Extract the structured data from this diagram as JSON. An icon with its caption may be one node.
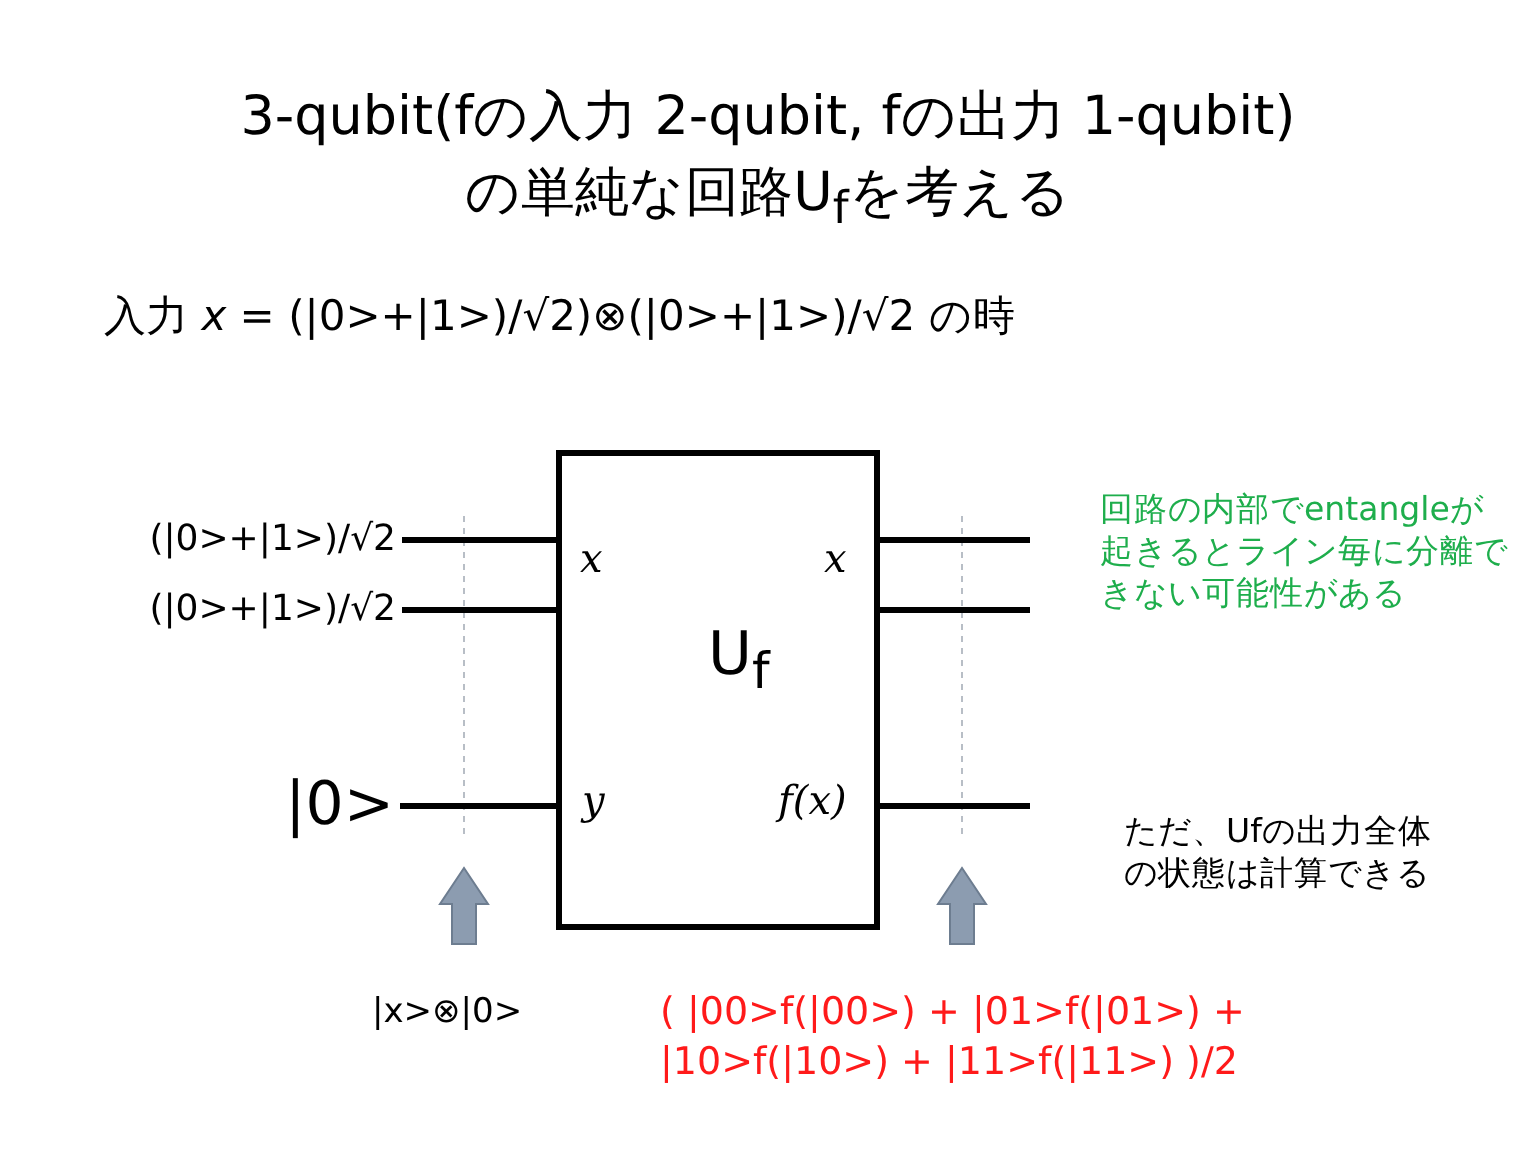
{
  "diagram": {
    "title": "3-qubit(fの入力 2-qubit, fの出力 1-qubit)の単純な回路U$_{f}$を考える",
    "nodes": [
      {
        "text": [
          "U$_{f}$"
        ]
      },
      {
        "text": [
          "(|0>+|1>)/√2"
        ]
      },
      {
        "text": [
          "(|0>+|1>)/√2"
        ]
      },
      {
        "text": [
          "|0>"
        ]
      }
    ],
    "edges": [
      {
        "from": 1,
        "to": 0,
        "arrow": "none"
      },
      {
        "from": 2,
        "to": 0,
        "arrow": "none"
      },
      {
        "from": 3,
        "to": 0,
        "arrow": "none"
      },
      {
        "from": 0,
        "to": null,
        "arrow": "none"
      },
      {
        "from": 0,
        "to": null,
        "arrow": "none"
      },
      {
        "from": 0,
        "to": null,
        "arrow": "none"
      }
    ],
    "labels": [
      "入力 *x* = (|0>+|1>)/√2)⊗(|0>+|1>)/√2 の時",
      "x",
      "x",
      "y",
      "f(x)",
      "回路の内部でentangleが起きるとライン毎に分離できない可能性がある",
      "ただ、Ufの出力全体の状態は計算できる",
      "|x>⊗|0>",
      "( |00>f(|00>) + |01>f(|01>) + |10>f(|10>) + |11>f(|11>) )/2"
    ]
  }
}
